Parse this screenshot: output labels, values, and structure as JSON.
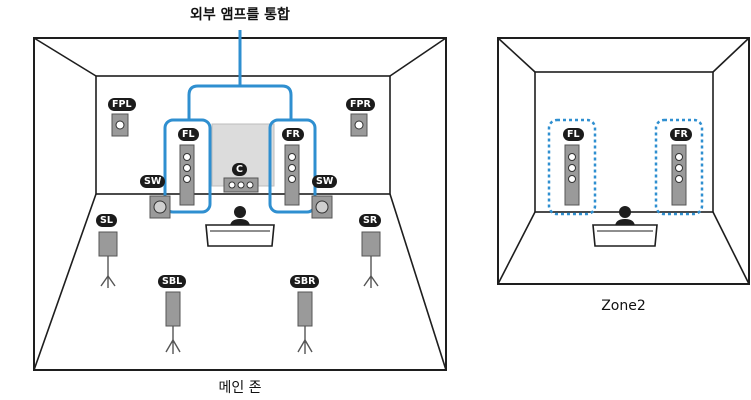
{
  "header": {
    "title": "외부 앰프를 통합"
  },
  "main_zone": {
    "caption": "메인 존",
    "speakers": {
      "fpl": "FPL",
      "fpr": "FPR",
      "fl": "FL",
      "fr": "FR",
      "c": "C",
      "sw_left": "SW",
      "sw_right": "SW",
      "sl": "SL",
      "sr": "SR",
      "sbl": "SBL",
      "sbr": "SBR"
    }
  },
  "zone2": {
    "caption": "Zone2",
    "speakers": {
      "fl": "FL",
      "fr": "FR"
    }
  },
  "colors": {
    "highlight_blue": "#2f8fd0",
    "line": "#1e1e1e",
    "speaker_gray": "#9a9a9a",
    "tag_bg": "#1b1b1b"
  }
}
